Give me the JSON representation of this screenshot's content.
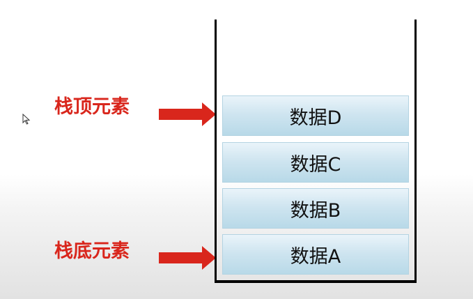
{
  "labels": {
    "top_element": "栈顶元素",
    "bottom_element": "栈底元素"
  },
  "stack": {
    "items": [
      {
        "text": "数据D"
      },
      {
        "text": "数据C"
      },
      {
        "text": "数据B"
      },
      {
        "text": "数据A"
      }
    ]
  },
  "colors": {
    "label": "#d9261c",
    "arrow": "#d9261c",
    "block": "#c6e0ec",
    "wall": "#000000"
  },
  "icons": {
    "cursor": "mouse-pointer-icon",
    "arrow": "right-arrow-icon"
  }
}
